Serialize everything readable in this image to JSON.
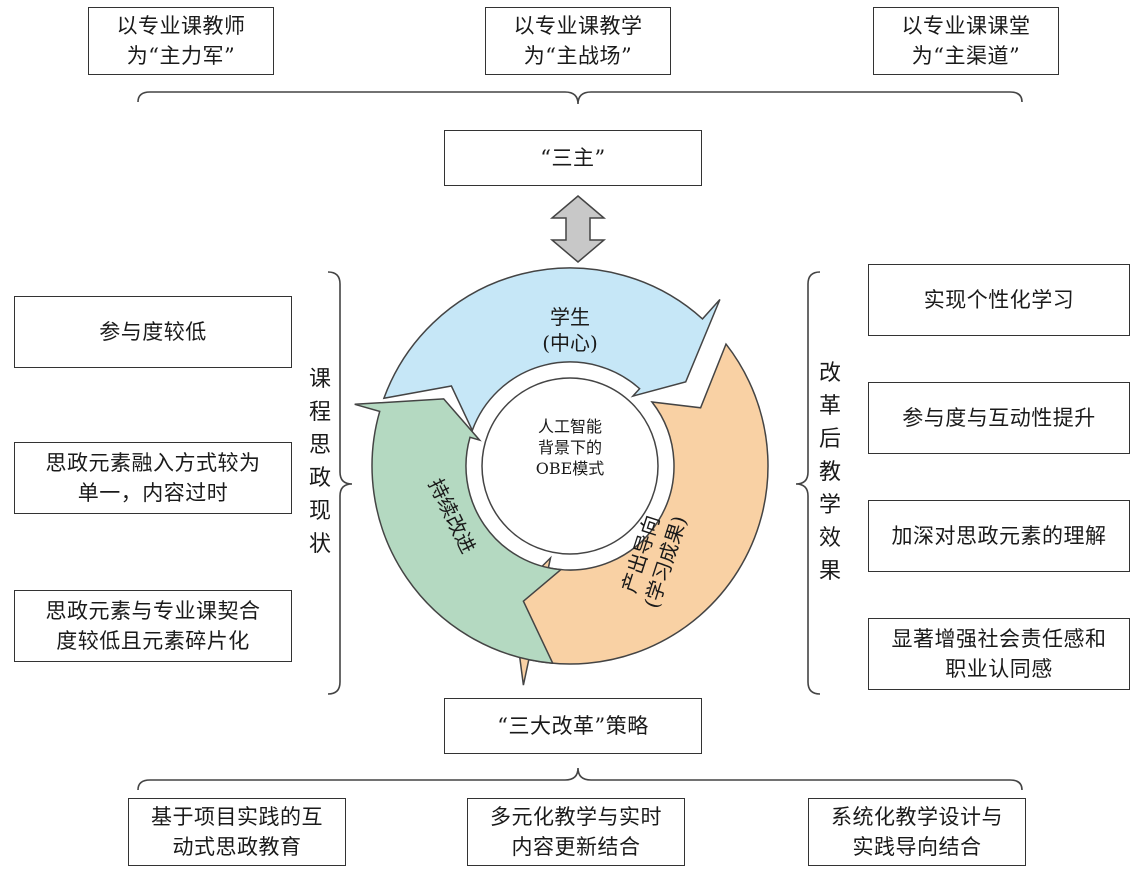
{
  "top_pillars": [
    "以专业课教师\n为“主力军”",
    "以专业课教学\n为“主战场”",
    "以专业课课堂\n为“主渠道”"
  ],
  "san_zhu": "“三主”",
  "left_title": "课程思政现状",
  "left_items": [
    "参与度较低",
    "思政元素融入方式较为\n单一，内容过时",
    "思政元素与专业课契合\n度较低且元素碎片化"
  ],
  "right_title": "改革后教学效果",
  "right_items": [
    "实现个性化学习",
    "参与度与互动性提升",
    "加深对思政元素的理解",
    "显著增强社会责任感和\n职业认同感"
  ],
  "cycle": {
    "center": "人工智能\n背景下的\nOBE模式",
    "student": "学生\n(中心)",
    "output": "产出导向\n(学习成果)",
    "improve": "持续改进",
    "colors": {
      "student": "#c6e7f7",
      "output": "#f9d1a4",
      "improve": "#b4d9c1"
    }
  },
  "strategy": "“三大改革”策略",
  "bottom_items": [
    "基于项目实践的互\n动式思政教育",
    "多元化教学与实时\n内容更新结合",
    "系统化教学设计与\n实践导向结合"
  ]
}
